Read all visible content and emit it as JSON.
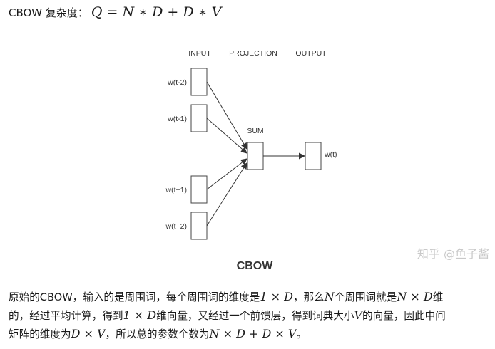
{
  "heading": {
    "label": "CBOW 复杂度：",
    "formula": "Q = N ∗ D + D ∗ V"
  },
  "diagram": {
    "col_input": "INPUT",
    "col_projection": "PROJECTION",
    "col_output": "OUTPUT",
    "inputs": [
      "w(t-2)",
      "w(t-1)",
      "w(t+1)",
      "w(t+2)"
    ],
    "sum_label": "SUM",
    "output_label": "w(t)",
    "title": "CBOW",
    "watermark": "知乎 @鱼子酱"
  },
  "paragraph": {
    "l1a": "原始的CBOW，输入的是周围词，每个周围词的维度是",
    "m1": "1 × D",
    "l1b": "，那么",
    "m2": "N",
    "l1c": "个周围词就是",
    "m3": "N × D",
    "l1d": "维",
    "l2a": "的，经过平均计算，得到",
    "m4": "1 × D",
    "l2b": "维向量，又经过一个前馈层，得到词典大小",
    "m5": "V",
    "l2c": "的向量，因此中间",
    "l3a": "矩阵的维度为",
    "m6": "D × V",
    "l3b": "，所以总的参数个数为",
    "m7": "N × D + D × V",
    "l3c": "。"
  }
}
